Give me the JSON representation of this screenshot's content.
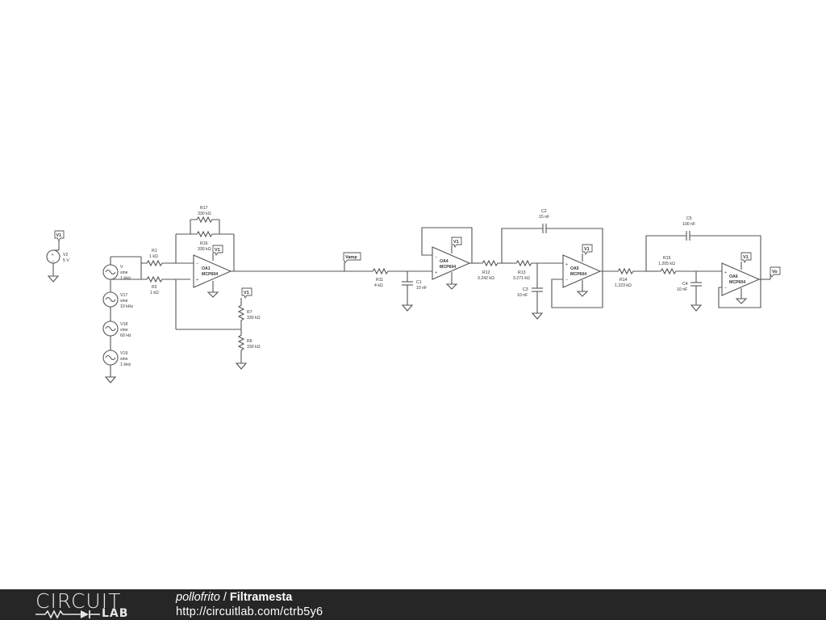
{
  "supply": {
    "tag": "V1",
    "name": "V2",
    "value": "5 V",
    "plus_sign": "+",
    "minus_sign": "−"
  },
  "sources": [
    {
      "name": "V",
      "type": "sine",
      "freq": "1 kHz"
    },
    {
      "name": "V17",
      "type": "sine",
      "freq": "10 kHz"
    },
    {
      "name": "V18",
      "type": "sine",
      "freq": "60 Hz"
    },
    {
      "name": "V19",
      "type": "sine",
      "freq": "1 kHz"
    }
  ],
  "resistors": {
    "R1": {
      "name": "R1",
      "value": "1 kΩ"
    },
    "R2": {
      "name": "R2",
      "value": "1 kΩ"
    },
    "R17": {
      "name": "R17",
      "value": "330 kΩ"
    },
    "R16": {
      "name": "R16",
      "value": "330 kΩ"
    },
    "R7": {
      "name": "R7",
      "value": "330 kΩ"
    },
    "R6": {
      "name": "R6",
      "value": "330 kΩ"
    },
    "R11": {
      "name": "R11",
      "value": "4 kΩ"
    },
    "R12": {
      "name": "R12",
      "value": "3.242 kΩ"
    },
    "R13": {
      "name": "R13",
      "value": "3.271 kΩ"
    },
    "R14": {
      "name": "R14",
      "value": "1.223 kΩ"
    },
    "R15": {
      "name": "R15",
      "value": "1.205 kΩ"
    }
  },
  "capacitors": {
    "C1": {
      "name": "C1",
      "value": "10 nF"
    },
    "C2": {
      "name": "C2",
      "value": "15 nF"
    },
    "C3": {
      "name": "C3",
      "value": "10 nF"
    },
    "C4": {
      "name": "C4",
      "value": "10 nF"
    },
    "C5": {
      "name": "C5",
      "value": "100 nF"
    }
  },
  "opamps": {
    "OA1": {
      "name": "OA1",
      "model": "MCP604"
    },
    "OA4": {
      "name": "OA4",
      "model": "MCP604"
    },
    "OA5": {
      "name": "OA5",
      "model": "MCP604"
    },
    "OA6": {
      "name": "OA6",
      "model": "MCP604"
    }
  },
  "net_labels": {
    "supply": "V1",
    "vamp": "Vamp",
    "vout": "Vo"
  },
  "footer": {
    "logo_top": "CIRCUIT",
    "logo_bottom": "LAB",
    "author": "pollofrito",
    "separator": "/",
    "title": "Filtramesta",
    "url": "http://circuitlab.com/ctrb5y6"
  }
}
